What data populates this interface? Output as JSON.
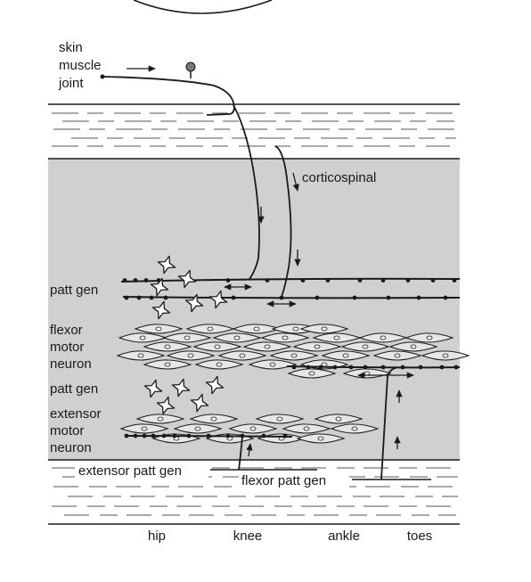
{
  "labels": {
    "input": [
      "skin",
      "muscle",
      "joint"
    ],
    "corticospinal": "corticospinal",
    "patt_gen_upper": "patt gen",
    "flexor_motor_neuron": [
      "flexor",
      "motor",
      "neuron"
    ],
    "patt_gen_lower": "patt gen",
    "extensor_motor_neuron": [
      "extensor",
      "motor",
      "neuron"
    ],
    "extensor_patt_gen": "extensor patt gen",
    "flexor_patt_gen": "flexor patt gen"
  },
  "joints": [
    "hip",
    "knee",
    "ankle",
    "toes"
  ],
  "colors": {
    "gray_matter": "#d0d0d0",
    "white_matter": "#ffffff",
    "ink": "#1a1a1a"
  }
}
